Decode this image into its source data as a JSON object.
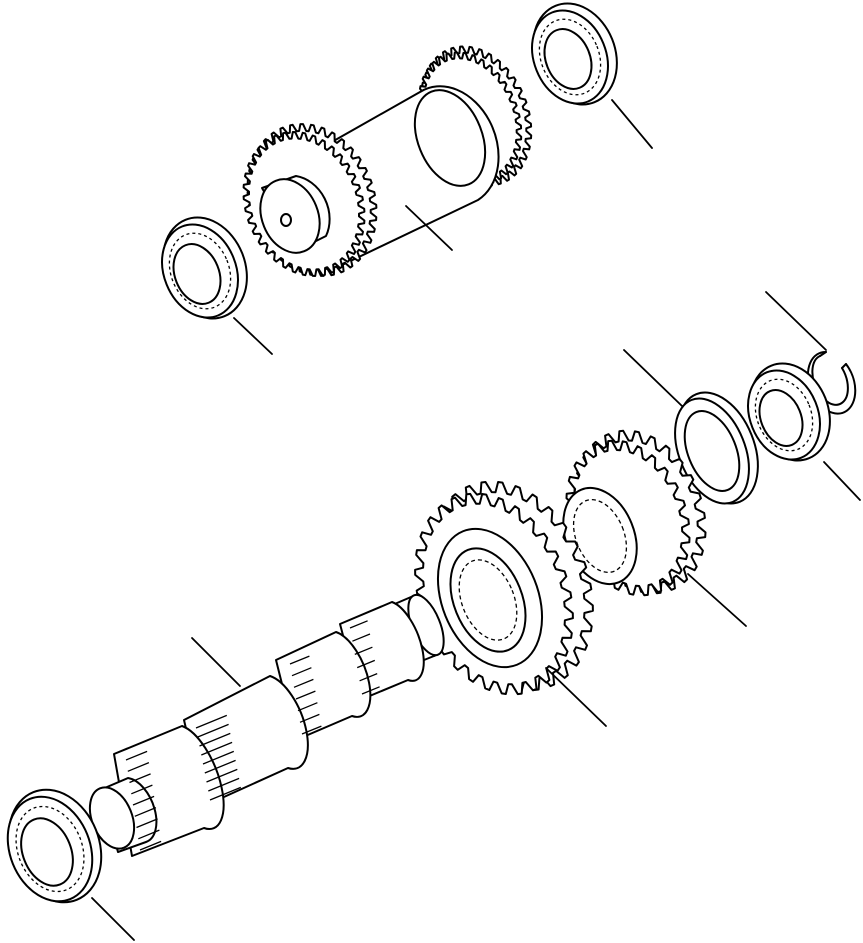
{
  "figure": {
    "background": "#ffffff",
    "line_color": "#000000",
    "upper_assembly": [
      "left-bearing",
      "cluster-gear-shaft",
      "right-bearing"
    ],
    "lower_assembly": [
      "left-bearing",
      "main-shaft",
      "large-gear",
      "small-gear",
      "thrust-washer",
      "bearing",
      "snap-ring"
    ],
    "leader_lines": 10
  }
}
